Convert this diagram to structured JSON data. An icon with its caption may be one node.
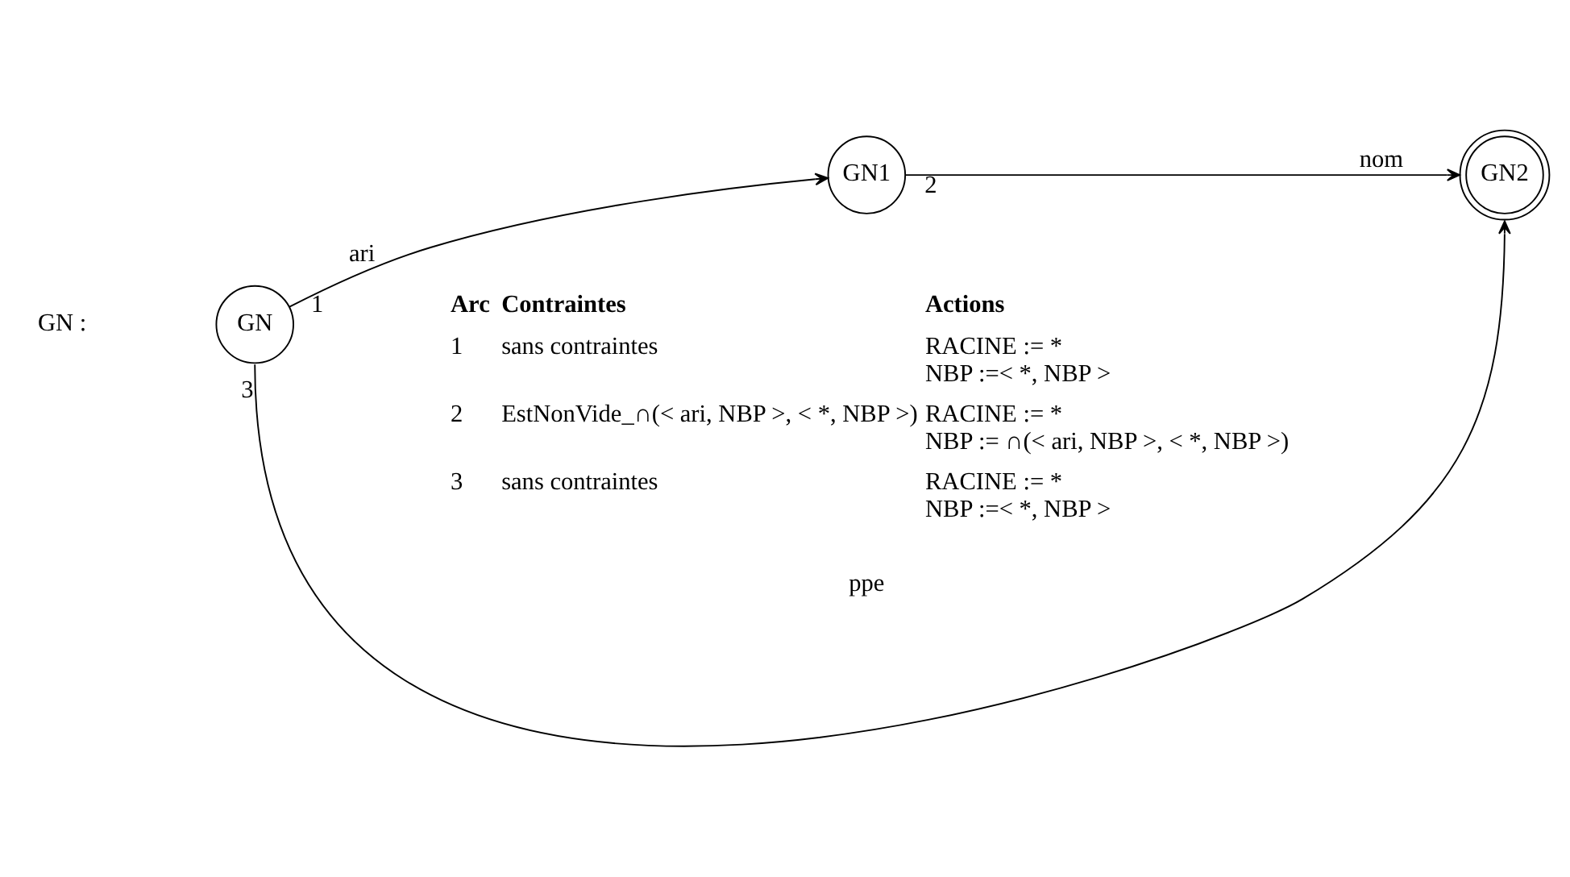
{
  "diagram": {
    "nodes": [
      {
        "text": [
          "GN"
        ]
      },
      {
        "text": [
          "GN1"
        ]
      },
      {
        "text": [
          "GN2"
        ]
      }
    ],
    "edges": [
      {
        "from": 0,
        "to": 1,
        "arrow": "to",
        "label": "ari"
      },
      {
        "from": 1,
        "to": 2,
        "arrow": "to",
        "label": "nom"
      },
      {
        "from": 0,
        "to": 2,
        "arrow": "to",
        "label": "ppe"
      }
    ],
    "labels": [
      "GN :",
      "1",
      "2",
      "3",
      "Arc",
      "Contraintes",
      "Actions",
      "1",
      "sans contraintes",
      "RACINE := *",
      "NBP :=< *, NBP >",
      "2",
      "EstNonVide_∩(< ari, NBP >, < *, NBP >)",
      "RACINE := *",
      "NBP := ∩(< ari, NBP >, < *, NBP >)",
      "3",
      "sans contraintes",
      "RACINE := *",
      "NBP :=< *, NBP >"
    ]
  }
}
